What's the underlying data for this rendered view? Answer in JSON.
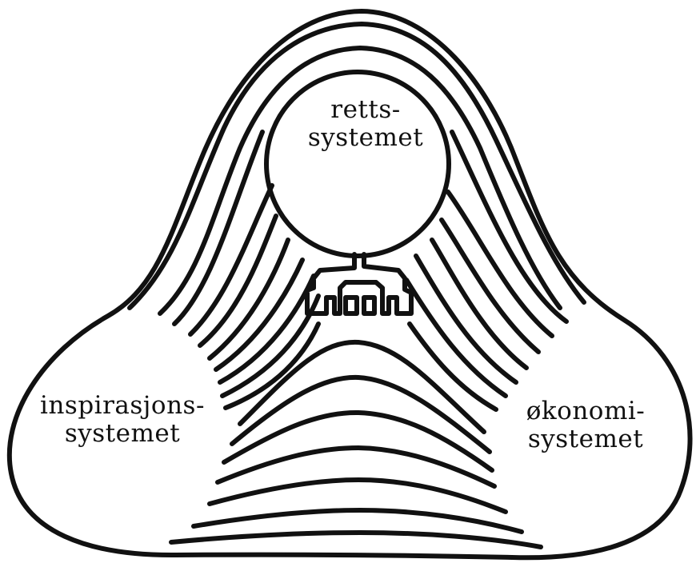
{
  "labels": {
    "top": {
      "line1": "retts-",
      "line2": "systemet"
    },
    "left": {
      "line1": "inspirasjons-",
      "line2": "systemet"
    },
    "right": {
      "line1": "økonomi-",
      "line2": "systemet"
    }
  },
  "colors": {
    "ink": "#111111",
    "paper": "#ffffff"
  }
}
